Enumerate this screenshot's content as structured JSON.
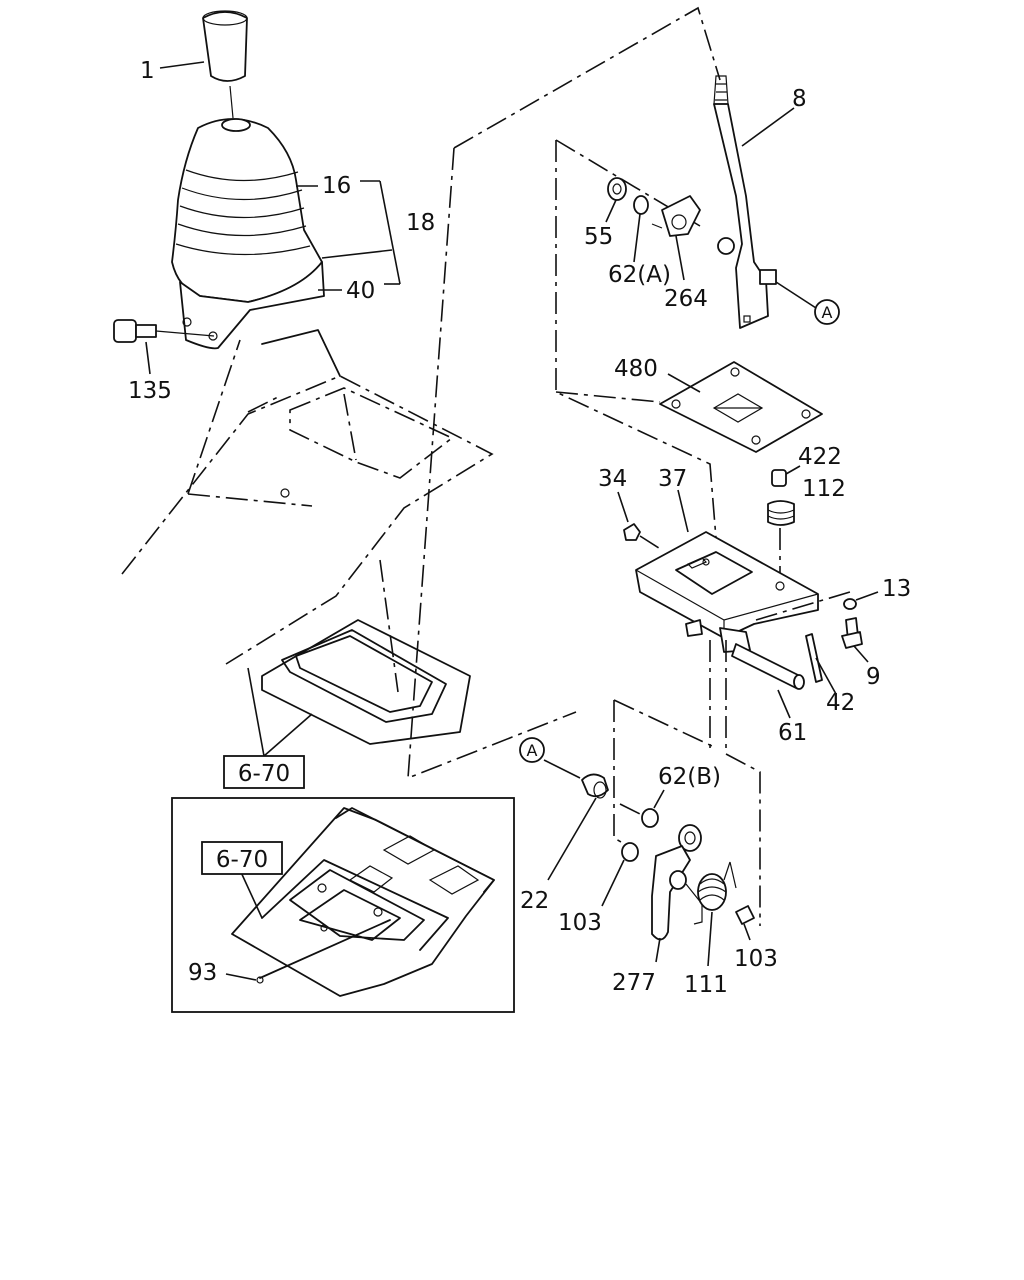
{
  "callouts": {
    "c1": "1",
    "c8": "8",
    "c16": "16",
    "c18": "18",
    "c40": "40",
    "c55": "55",
    "c62a": "62(A)",
    "c264": "264",
    "c135": "135",
    "c480": "480",
    "c422": "422",
    "c112": "112",
    "c34": "34",
    "c37": "37",
    "c13": "13",
    "c9": "9",
    "c42": "42",
    "c61": "61",
    "c62b": "62(B)",
    "c22": "22",
    "c103a": "103",
    "c103b": "103",
    "c277": "277",
    "c111": "111",
    "c93": "93"
  },
  "refs": {
    "a_top": "A",
    "a_bottom": "A"
  },
  "section_refs": {
    "main": "6-70",
    "inset": "6-70"
  },
  "colors": {
    "line": "#111111",
    "background": "#ffffff"
  }
}
